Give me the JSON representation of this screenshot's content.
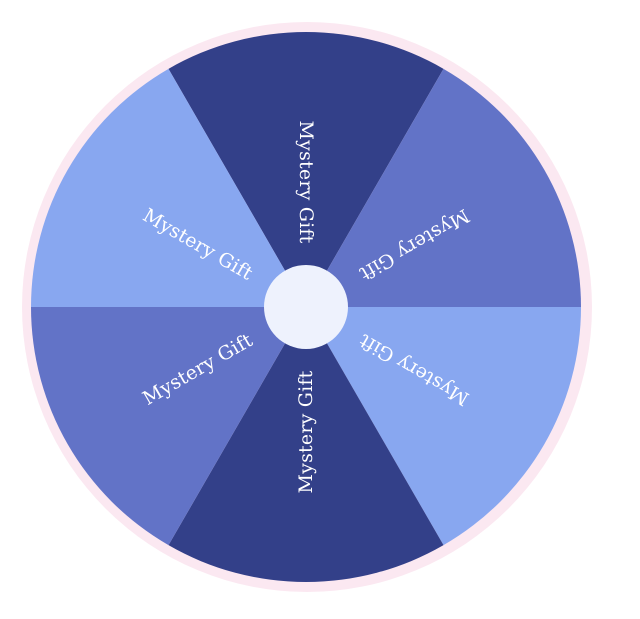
{
  "wheel": {
    "segments": [
      {
        "label": "Mystery Gift",
        "color": "#334089"
      },
      {
        "label": "Mystery Gift",
        "color": "#6273c7"
      },
      {
        "label": "Mystery Gift",
        "color": "#88a7f0"
      },
      {
        "label": "Mystery Gift",
        "color": "#334089"
      },
      {
        "label": "Mystery Gift",
        "color": "#6273c7"
      },
      {
        "label": "Mystery Gift",
        "color": "#88a7f0"
      }
    ],
    "rim_color": "#fbe8f1",
    "hub_color": "#eef2fd"
  }
}
